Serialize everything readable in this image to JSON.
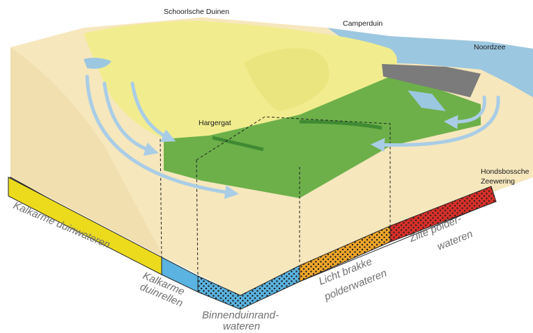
{
  "places": {
    "schoorlsche_duinen": "Schoorlsche Duinen",
    "camperduin": "Camperduin",
    "noordzee": "Noordzee",
    "hargergat": "Hargergat",
    "hondsbossche_1": "Hondsbossche",
    "hondsbossche_2": "Zeewering"
  },
  "zones": {
    "kalkarme_duinwateren": "Kalkarme duinwateren",
    "kalkarme_duinrellen_1": "Kalkarme",
    "kalkarme_duinrellen_2": "duinrellen",
    "binnenduinrand_1": "Binnenduinrand-",
    "binnenduinrand_2": "wateren",
    "licht_brakke_1": "Licht brakke",
    "licht_brakke_2": "polderwateren",
    "zilte_1": "Zilte polder-",
    "zilte_2": "wateren"
  },
  "colors": {
    "sand": "#f6e7bd",
    "sand_shadow": "#e9d59d",
    "dune_yellow": "#f1ed8e",
    "polder_green": "#6db04a",
    "sea_blue": "#9cc7e0",
    "arrow_blue": "#a9cde6",
    "dike_grey": "#7b7b7b",
    "strip_yellow": "#ecdb1d",
    "strip_blue": "#5ab3e0",
    "strip_orange": "#f0a62a",
    "strip_red": "#d8302a"
  }
}
